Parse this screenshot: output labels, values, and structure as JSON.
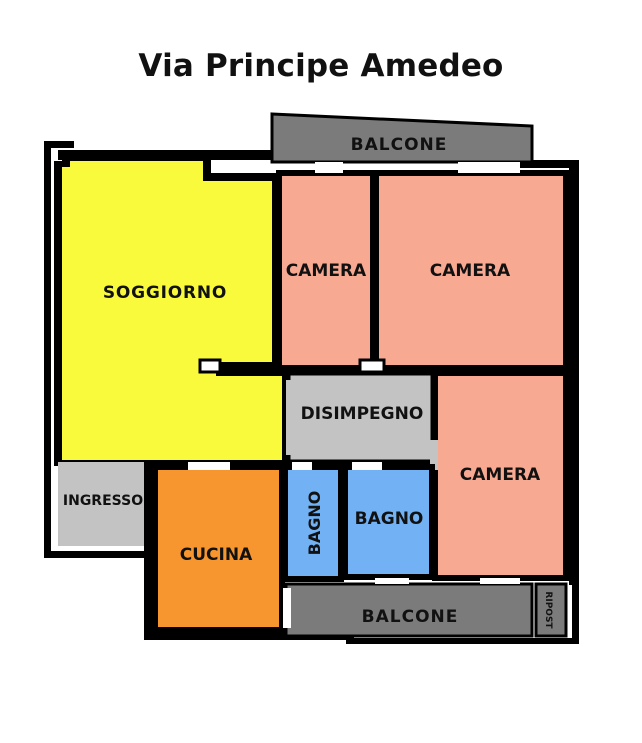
{
  "title": "Via Principe Amedeo",
  "rooms": {
    "balcone_top": "BALCONE",
    "soggiorno": "SOGGIORNO",
    "camera_1": "CAMERA",
    "camera_2": "CAMERA",
    "camera_3": "CAMERA",
    "disimpegno": "DISIMPEGNO",
    "ingresso": "INGRESSO",
    "cucina": "CUCINA",
    "bagno_1": "BAGNO",
    "bagno_2": "BAGNO",
    "balcone_bottom": "BALCONE",
    "ripost": "RIPOST"
  },
  "colors": {
    "living": "#fafa3c",
    "bedroom": "#f7a992",
    "kitchen": "#f7962e",
    "bathroom": "#72b2f4",
    "hall": "#c3c3c3",
    "balcony": "#7b7b7b",
    "wall": "#000000"
  }
}
